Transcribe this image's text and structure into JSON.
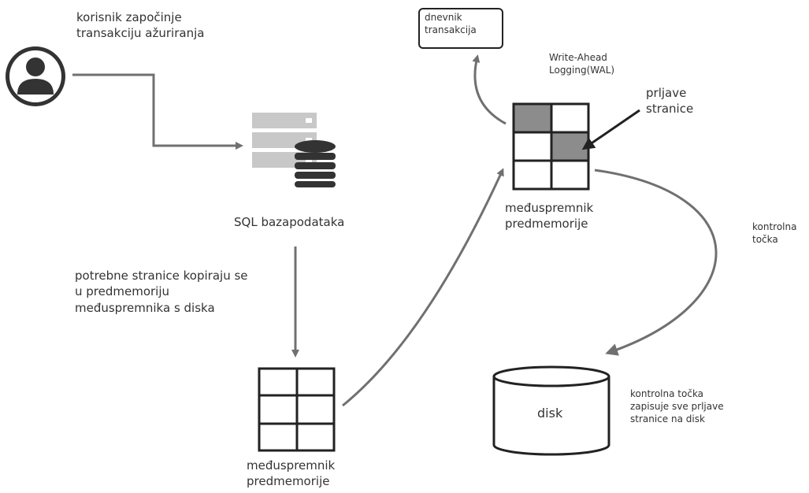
{
  "labels": {
    "user_starts": "korisnik započinje\ntransakciju ažuriranja",
    "sql_db": "SQL bazapodataka",
    "pages_copied": "potrebne stranice kopiraju se\nu predmemoriju\nmeđuspremnika s diska",
    "buffer_bottom": "međuspremnik\npredmemorije",
    "buffer_top": "međuspremnik\npredmemorije",
    "transaction_log": "dnevnik\ntransakcija",
    "wal": "Write-Ahead\nLogging(WAL)",
    "dirty_pages": "prljave\nstranice",
    "checkpoint": "kontrolna\ntočka",
    "disk": "disk",
    "checkpoint_writes": "kontrolna točka\nzapisuje sve prljave\nstranice na disk"
  },
  "icons": {
    "user": "user-icon",
    "server": "server-icon",
    "database": "database-icon",
    "disk": "disk-cylinder-icon"
  },
  "colors": {
    "arrow": "#707070",
    "dark": "#222222",
    "dirty_page": "#8c8c8c",
    "server_light": "#c8c8c8",
    "icon_dark": "#333333"
  }
}
